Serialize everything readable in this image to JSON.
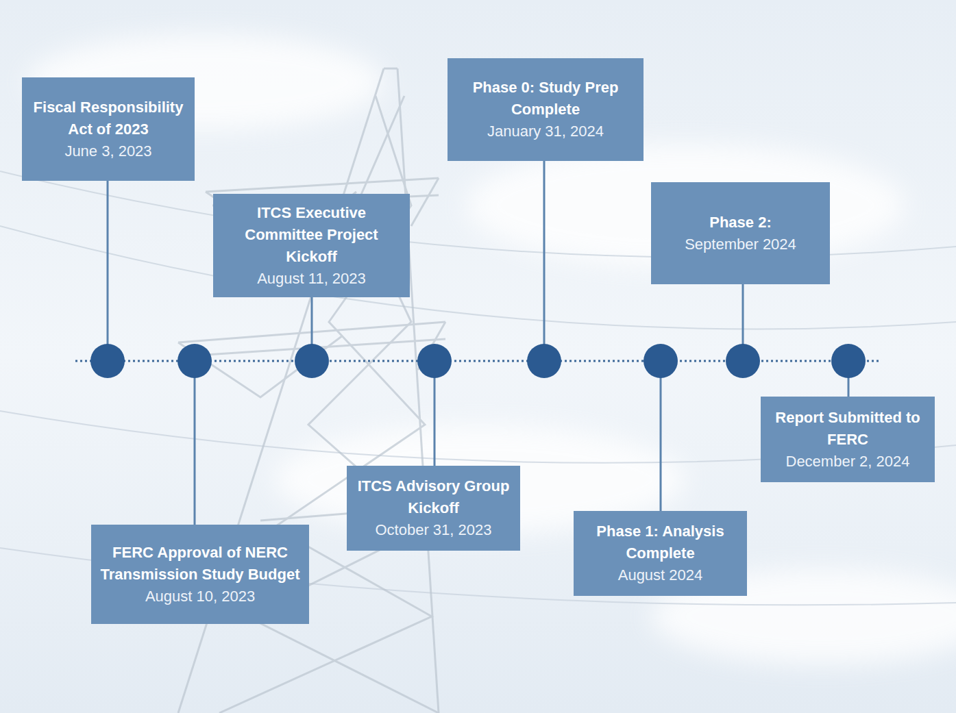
{
  "diagram": {
    "nodes": [
      {
        "text": [
          "Fiscal Responsibility Act of 2023",
          "June 3, 2023"
        ]
      },
      {
        "text": [
          "FERC Approval of NERC Transmission Study Budget",
          "August 10, 2023"
        ]
      },
      {
        "text": [
          "ITCS Executive Committee Project Kickoff",
          "August 11, 2023"
        ]
      },
      {
        "text": [
          "ITCS Advisory Group Kickoff",
          "October 31, 2023"
        ]
      },
      {
        "text": [
          "Phase 0: Study Prep Complete",
          "January 31, 2024"
        ]
      },
      {
        "text": [
          "Phase 1: Analysis Complete",
          "August 2024"
        ]
      },
      {
        "text": [
          "Phase 2:",
          "September 2024"
        ]
      },
      {
        "text": [
          "Report Submitted to FERC",
          "December 2, 2024"
        ]
      }
    ]
  }
}
